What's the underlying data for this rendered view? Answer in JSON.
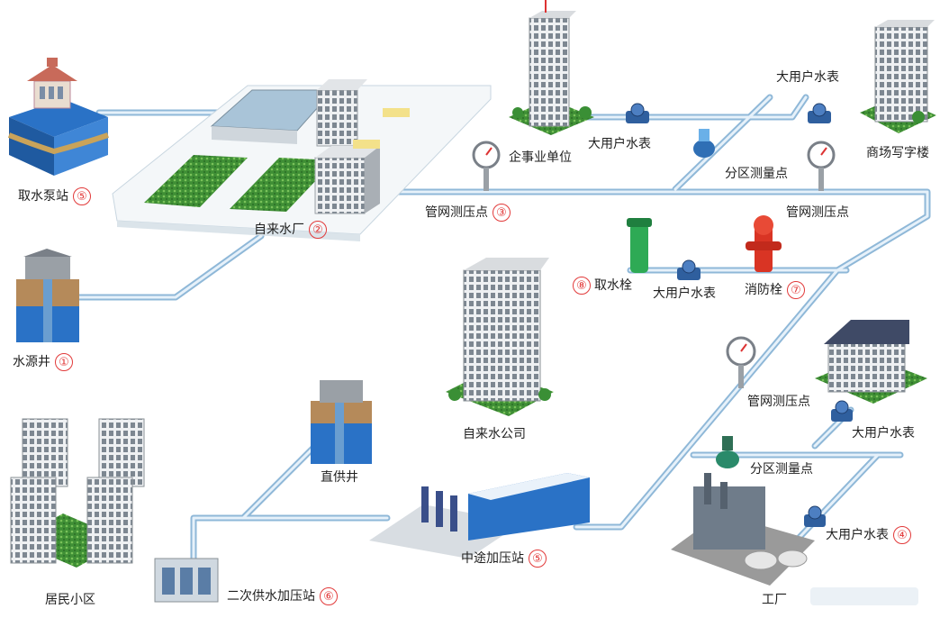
{
  "colors": {
    "pipe_outer": "#8fb8d8",
    "pipe_inner": "#e6f1fa",
    "number_circle": "#e23a3a",
    "meter_blue": "#2f5f9e",
    "hydrant_red": "#d93424",
    "intake_green": "#2eaa55",
    "grass_green": "#3f8f35",
    "water_blue": "#2a72c6"
  },
  "nodes": [
    {
      "id": "water-source-well",
      "label": "水源井",
      "number": "①"
    },
    {
      "id": "waterworks",
      "label": "自来水厂",
      "number": "②"
    },
    {
      "id": "pressure-point-3",
      "label": "管网测压点",
      "number": "③"
    },
    {
      "id": "secondary-booster",
      "label": "二次供水加压站",
      "number": "⑥"
    },
    {
      "id": "midway-booster",
      "label": "中途加压站",
      "number": "⑤"
    },
    {
      "id": "big-meter-factory",
      "label": "大用户水表",
      "number": "④"
    },
    {
      "id": "intake-pump-station",
      "label": "取水泵站",
      "number": "⑤"
    },
    {
      "id": "water-intake",
      "label": "取水栓",
      "number": "⑧"
    },
    {
      "id": "fire-hydrant",
      "label": "消防栓",
      "number": "⑦"
    }
  ],
  "plain_labels": [
    {
      "id": "enterprise",
      "label": "企事业单位"
    },
    {
      "id": "big-meter-1",
      "label": "大用户水表"
    },
    {
      "id": "big-meter-2",
      "label": "大用户水表"
    },
    {
      "id": "zone-meter-1",
      "label": "分区测量点"
    },
    {
      "id": "commercial",
      "label": "商场写字楼"
    },
    {
      "id": "pressure-point-2",
      "label": "管网测压点"
    },
    {
      "id": "big-meter-3",
      "label": "大用户水表"
    },
    {
      "id": "water-company",
      "label": "自来水公司"
    },
    {
      "id": "pressure-point-4",
      "label": "管网测压点"
    },
    {
      "id": "big-meter-4",
      "label": "大用户水表"
    },
    {
      "id": "zone-meter-2",
      "label": "分区测量点"
    },
    {
      "id": "direct-well",
      "label": "直供井"
    },
    {
      "id": "residential",
      "label": "居民小区"
    },
    {
      "id": "factory",
      "label": "工厂"
    }
  ]
}
